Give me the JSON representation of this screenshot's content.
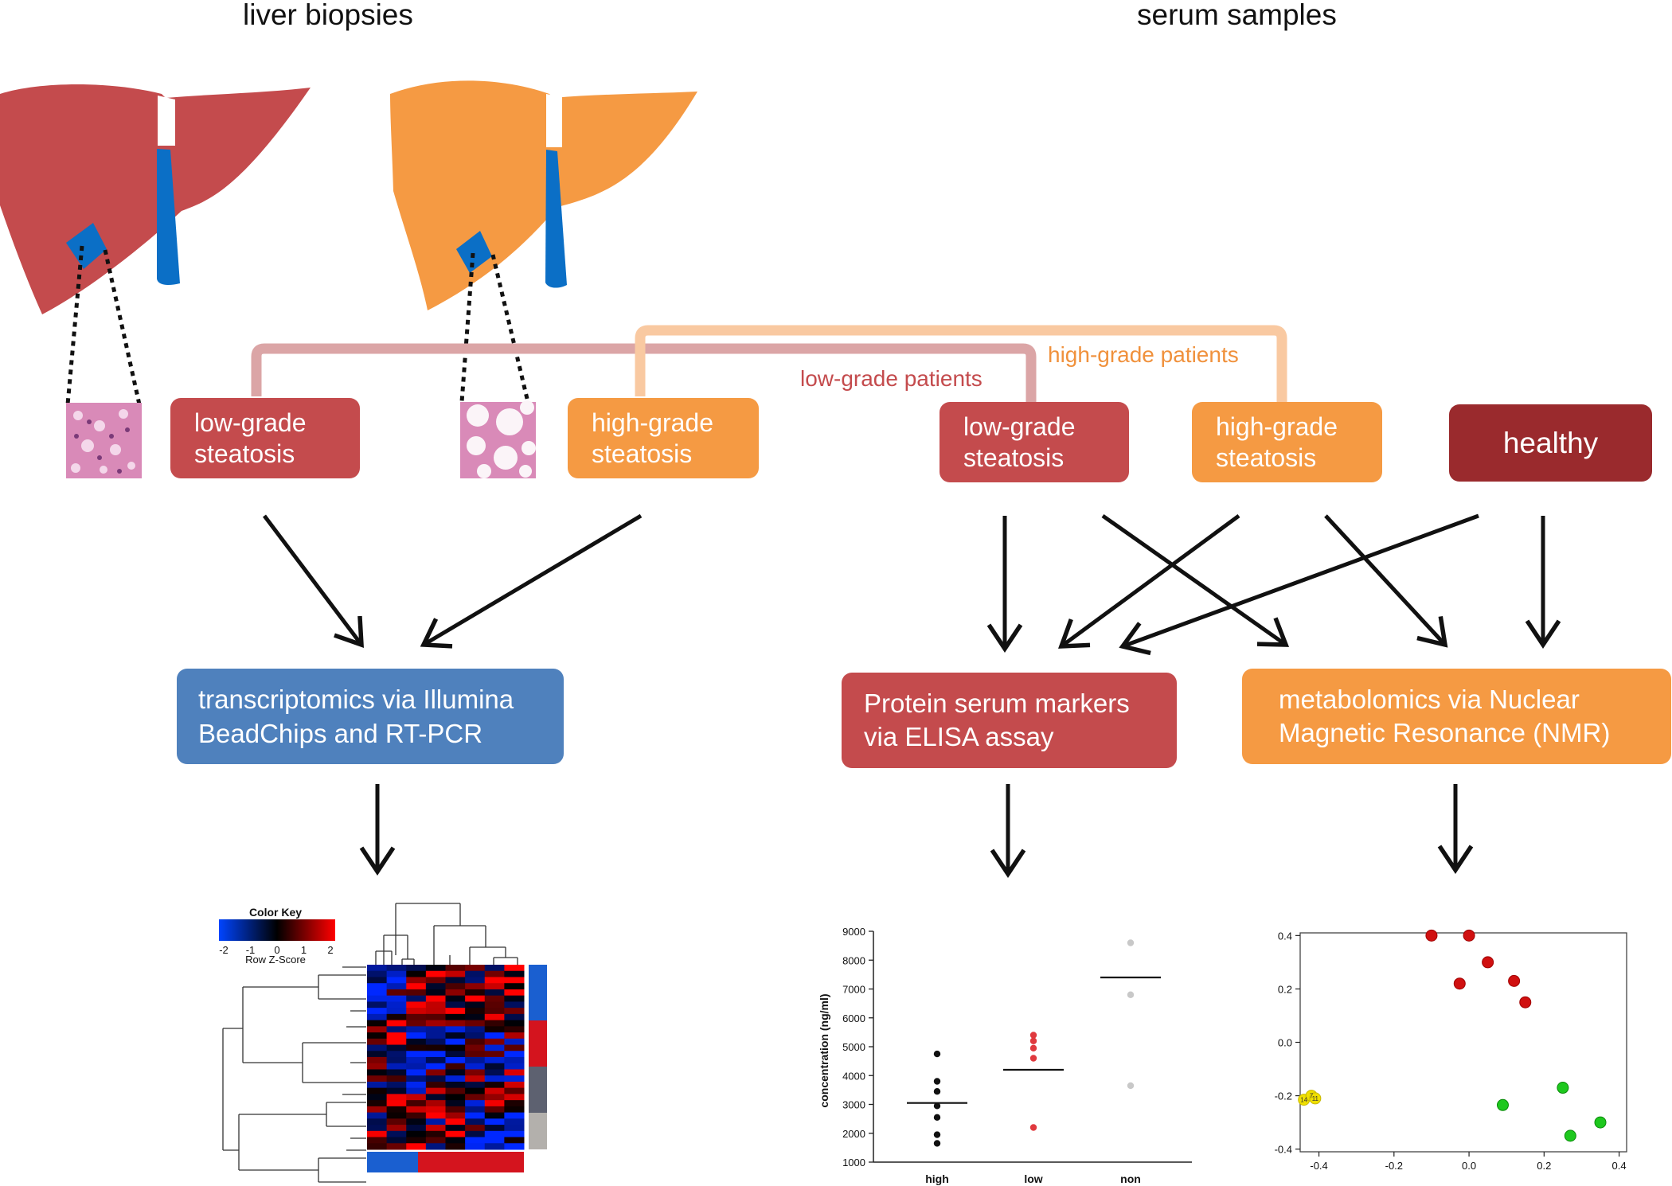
{
  "titles": {
    "liver": "liver biopsies",
    "serum": "serum samples"
  },
  "colors": {
    "lowgrade": "#c44b4d",
    "highgrade": "#f59a43",
    "healthy": "#9a2a2d",
    "transcriptomics": "#4f81bd",
    "blue_patch": "#0b6fc6"
  },
  "biopsy_boxes": {
    "low": "low-grade\nsteatosis",
    "high": "high-grade\nsteatosis"
  },
  "serum_boxes": {
    "low": "low-grade\nsteatosis",
    "high": "high-grade\nsteatosis",
    "healthy": "healthy"
  },
  "bracket_labels": {
    "low": "low-grade patients",
    "high": "high-grade patients"
  },
  "methods": {
    "transcriptomics": "transcriptomics via Illumina\nBeadChips and RT-PCR",
    "protein": "Protein serum markers\nvia ELISA assay",
    "metabolomics": "metabolomics via Nuclear\nMagnetic Resonance (NMR)"
  },
  "heatmap": {
    "color_key_title": "Color Key",
    "color_key_label": "Row Z-Score",
    "color_key_ticks": [
      "-2",
      "-1",
      "0",
      "1",
      "2"
    ],
    "columns": 8,
    "rows": 30
  },
  "elisa_chart": {
    "ylabel": "concentration (ng/ml)",
    "yticks": [
      "1000",
      "2000",
      "3000",
      "4000",
      "5000",
      "6000",
      "7000",
      "8000",
      "9000"
    ],
    "categories": [
      "high",
      "low",
      "non"
    ]
  },
  "pca_chart": {
    "xticks": [
      "-0.4",
      "-0.2",
      "0.0",
      "0.2",
      "0.4"
    ],
    "yticks": [
      "-0.4",
      "-0.2",
      "0.0",
      "0.2",
      "0.4"
    ],
    "yellow_labels": [
      "14",
      "7",
      "11"
    ]
  },
  "chart_data": [
    {
      "type": "scatter",
      "title": "",
      "xlabel": "",
      "ylabel": "concentration (ng/ml)",
      "categories": [
        "high",
        "low",
        "non"
      ],
      "ylim": [
        1000,
        9000
      ],
      "series": [
        {
          "category": "high",
          "color": "#111111",
          "values": [
            4750,
            3800,
            3450,
            2950,
            2550,
            1950,
            1650
          ],
          "mean": 3050
        },
        {
          "category": "low",
          "color": "#e0393e",
          "values": [
            5400,
            5200,
            4950,
            4600,
            2200
          ],
          "mean": 4200
        },
        {
          "category": "non",
          "color": "#c8c8c8",
          "values": [
            8600,
            6800,
            3650
          ],
          "mean": 7400
        }
      ]
    },
    {
      "type": "scatter",
      "title": "",
      "xlabel": "",
      "ylabel": "",
      "xlim": [
        -0.45,
        0.42
      ],
      "ylim": [
        -0.41,
        0.41
      ],
      "series": [
        {
          "color": "#d01010",
          "points": [
            [
              -0.1,
              0.4
            ],
            [
              0.0,
              0.4
            ],
            [
              0.05,
              0.3
            ],
            [
              -0.025,
              0.22
            ],
            [
              0.12,
              0.23
            ],
            [
              0.15,
              0.15
            ]
          ]
        },
        {
          "color": "#1ec81e",
          "points": [
            [
              0.25,
              -0.17
            ],
            [
              0.09,
              -0.235
            ],
            [
              0.27,
              -0.35
            ],
            [
              0.35,
              -0.3
            ]
          ]
        },
        {
          "color": "#f0e000",
          "points": [
            [
              -0.44,
              -0.215
            ],
            [
              -0.42,
              -0.2
            ],
            [
              -0.41,
              -0.21
            ]
          ]
        }
      ]
    }
  ]
}
